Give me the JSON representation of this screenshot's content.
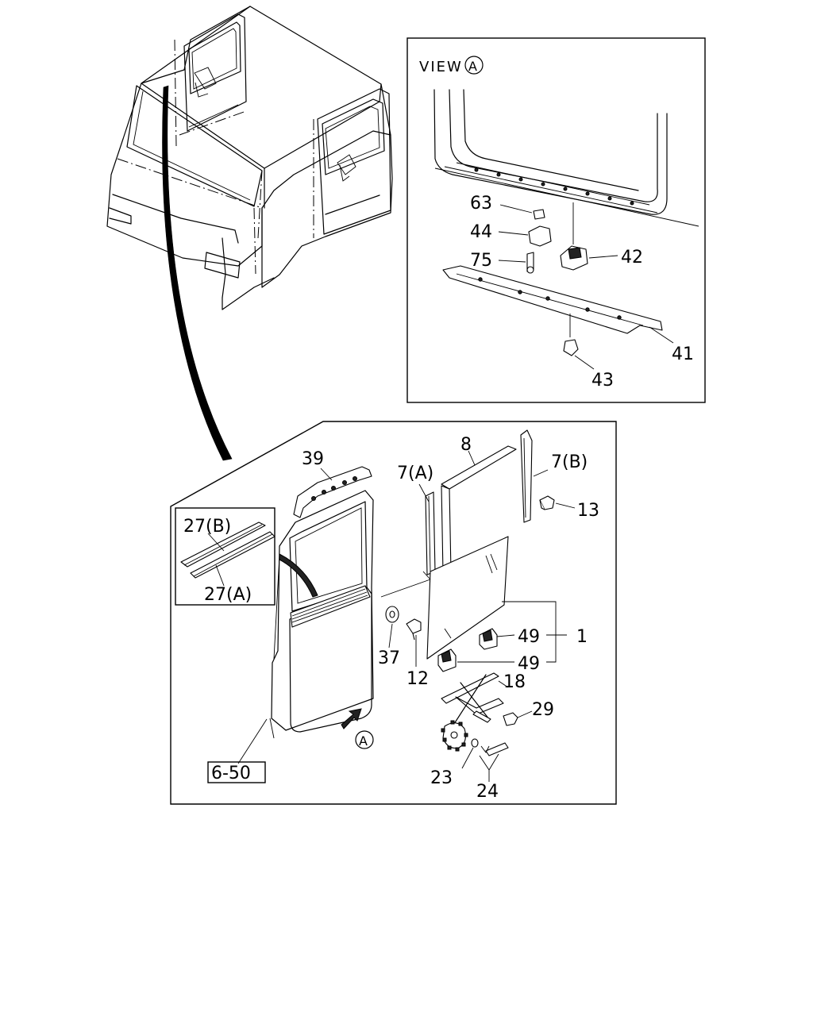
{
  "view_panel": {
    "title": "VIEW",
    "title_marker": "A",
    "callouts": [
      "63",
      "44",
      "75",
      "42",
      "41",
      "43"
    ]
  },
  "main_panel": {
    "callouts": [
      "8",
      "7(A)",
      "7(B)",
      "13",
      "39",
      "49",
      "49",
      "1",
      "37",
      "12",
      "18",
      "29",
      "23",
      "24"
    ],
    "inset": {
      "callouts": [
        "27(B)",
        "27(A)"
      ]
    },
    "reference_box": "6-50",
    "view_marker": "A"
  }
}
